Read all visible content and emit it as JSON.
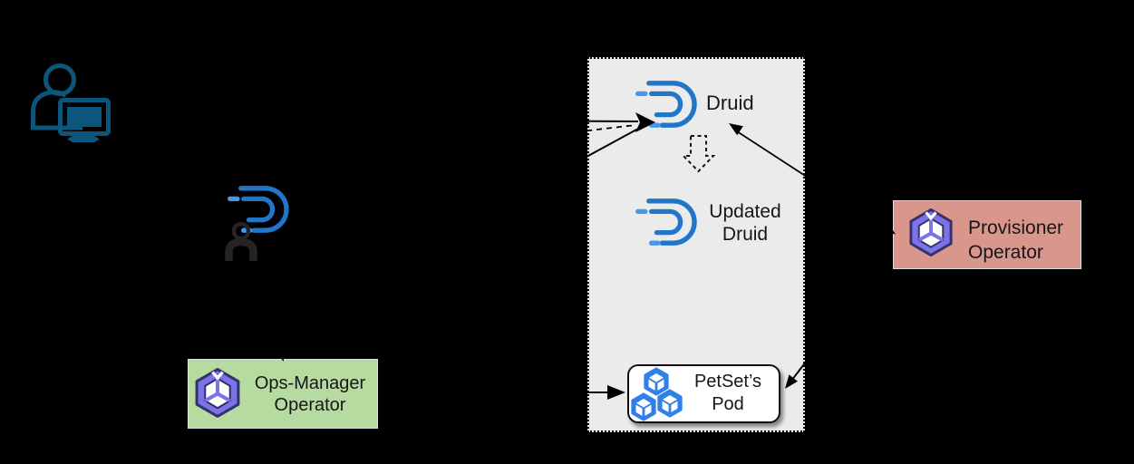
{
  "palette": {
    "background": "#000000",
    "cluster_box_fill": "#ebebeb",
    "cluster_box_border": "#000000",
    "druid_blue": "#2176c9",
    "druid_light_blue": "#4797ea",
    "user_icon_teal": "#0d567b",
    "person_dark": "#242424",
    "pod_blue": "#2f80e8",
    "operator_purple": "#7b73e8",
    "operator_outline": "#37316a",
    "ops_manager_green": "#b5dba1",
    "provisioner_red": "#d9968d",
    "petset_box_fill": "#ffffff",
    "arrow_black": "#000000",
    "text_dark": "#161616"
  },
  "user": {
    "icon": "person-at-computer-icon"
  },
  "druid_operator": {
    "logo_icon": "druid-logo",
    "person_icon": "person-icon"
  },
  "cluster": {
    "druid": {
      "label": "Druid",
      "icon": "druid-logo"
    },
    "updated_druid": {
      "label": "Updated Druid",
      "icon": "druid-logo"
    },
    "petset_pod": {
      "label": "PetSet’s Pod",
      "icons": [
        "pod-icon",
        "pod-icon",
        "pod-icon"
      ]
    }
  },
  "operators": {
    "ops_manager": {
      "label": "Ops-Manager Operator",
      "icon": "operator-cube-icon",
      "bg_color": "#b5dba1"
    },
    "provisioner": {
      "label": "Provisioner Operator",
      "icon": "operator-cube-icon",
      "bg_color": "#d9968d"
    }
  },
  "edges": [
    {
      "id": "user-to-druid",
      "style": "solid",
      "arrowhead": "into-druid"
    },
    {
      "id": "dashed-into-druid",
      "style": "dashed",
      "arrowhead": "into-druid"
    },
    {
      "id": "diagonal-into-druid",
      "style": "solid",
      "arrowhead": "into-druid"
    },
    {
      "id": "druid-provisioner",
      "style": "solid",
      "arrowhead": "both-ends"
    },
    {
      "id": "druid-to-updated-druid",
      "style": "dashed-hollow",
      "arrowhead": "down"
    },
    {
      "id": "into-ops-manager-top",
      "style": "solid",
      "arrowhead": "into-ops-manager"
    },
    {
      "id": "ops-manager-to-petset-pod",
      "style": "solid",
      "arrowhead": "into-petset-pod"
    },
    {
      "id": "provisioner-to-petset-pod",
      "style": "solid",
      "arrowhead": "into-petset-pod"
    }
  ]
}
